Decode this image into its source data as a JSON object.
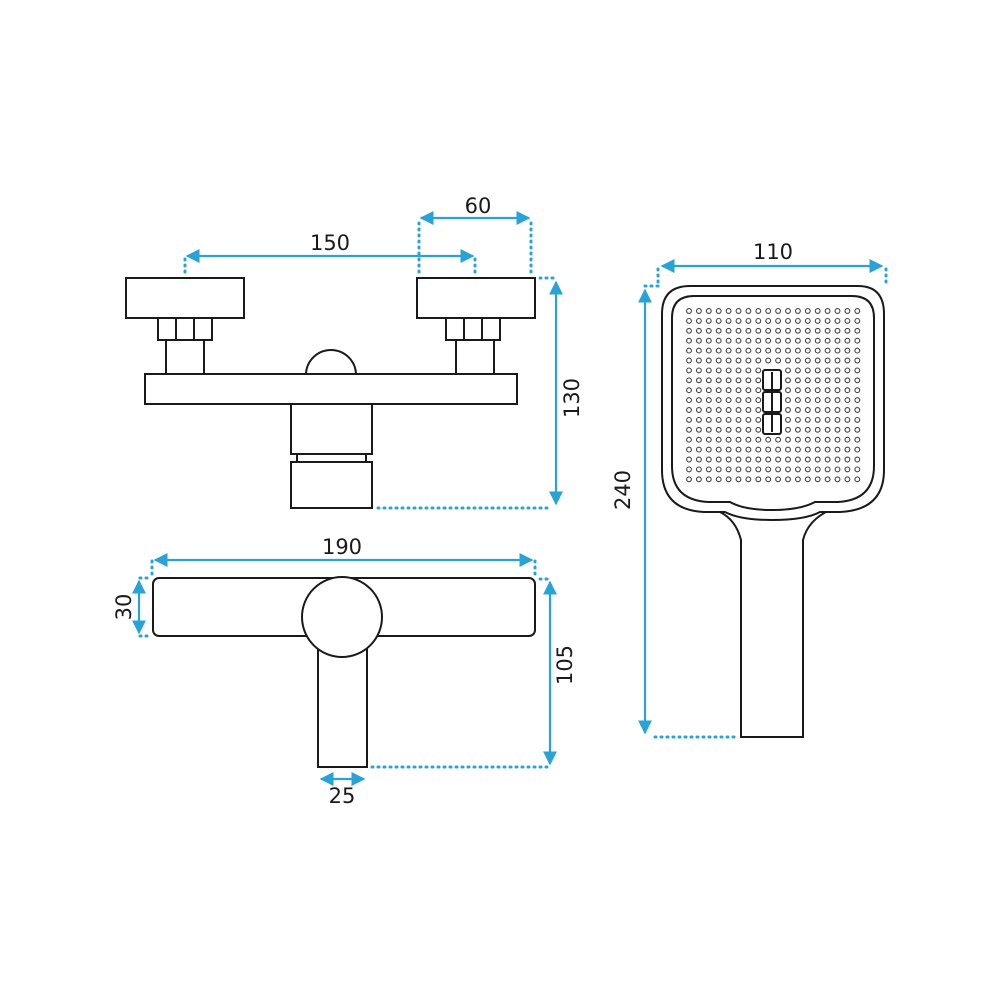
{
  "colors": {
    "line": "#1a1a1a",
    "dimension": "#29a3d6",
    "background": "#ffffff"
  },
  "dimensions": {
    "mixer_top": {
      "handle_spacing": "150",
      "handle_width": "60",
      "height": "130"
    },
    "mixer_front": {
      "body_length": "190",
      "body_depth": "30",
      "spout_projection": "105",
      "spout_width": "25"
    },
    "hand_shower": {
      "head_width": "110",
      "total_length": "240"
    }
  }
}
